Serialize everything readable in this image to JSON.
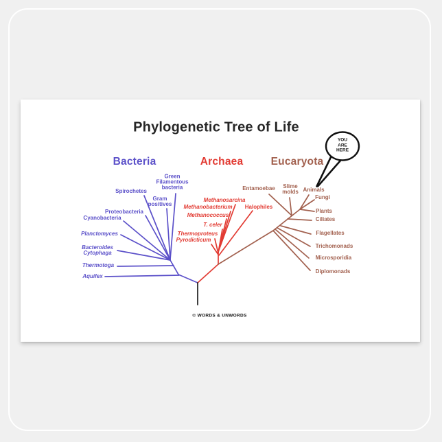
{
  "colors": {
    "background": "#f0f0f0",
    "sticker": "#ffffff",
    "bacteria": "#5b50c9",
    "archaea": "#e23b33",
    "eucaryota": "#a2604e",
    "ink": "#262626"
  },
  "title": "Phylogenetic Tree of Life",
  "footer": "© WORDS & UNWORDS",
  "callout": {
    "line1": "YOU",
    "line2": "ARE",
    "line3": "HERE"
  },
  "domains": {
    "bacteria": {
      "label": "Bacteria",
      "taxa": {
        "spirochetes": "Spirochetes",
        "green_filamentous": {
          "line1": "Green",
          "line2": "Filamentous",
          "line3": "bacteria"
        },
        "gram_positives": {
          "line1": "Gram",
          "line2": "positives"
        },
        "proteobacteria": "Proteobacteria",
        "cyanobacteria": "Cyanobacteria",
        "planctomyces": "Planctomyces",
        "bacteroides_cytophaga": {
          "line1": "Bacteroides",
          "line2": "Cytophaga"
        },
        "thermotoga": "Thermotoga",
        "aquifex": "Aquifex"
      }
    },
    "archaea": {
      "label": "Archaea",
      "taxa": {
        "methanosarcina": "Methanosarcina",
        "methanobacterium": "Methanobacterium",
        "halophiles": "Halophiles",
        "methanococcus": "Methanococcus",
        "t_celer": "T. celer",
        "thermoproteus": "Thermoproteus",
        "pyrodicticum": "Pyrodicticum"
      }
    },
    "eucaryota": {
      "label": "Eucaryota",
      "taxa": {
        "entamoebae": "Entamoebae",
        "slime_molds": {
          "line1": "Slime",
          "line2": "molds"
        },
        "animals": "Animals",
        "fungi": "Fungi",
        "plants": "Plants",
        "ciliates": "Ciliates",
        "flagellates": "Flagellates",
        "trichomonads": "Trichomonads",
        "microsporidia": "Microsporidia",
        "diplomonads": "Diplomonads"
      }
    }
  }
}
